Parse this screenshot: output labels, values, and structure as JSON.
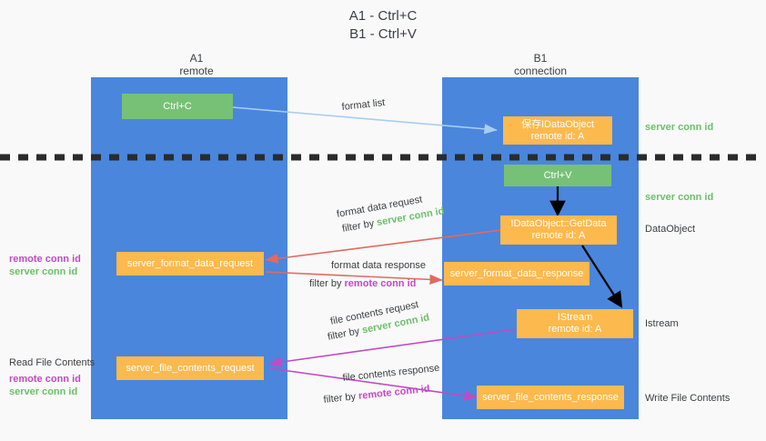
{
  "title": {
    "line1": "A1 - Ctrl+C",
    "line2": "B1 - Ctrl+V"
  },
  "columns": [
    {
      "name": "A1",
      "sub": "remote"
    },
    {
      "name": "B1",
      "sub": "connection"
    }
  ],
  "boxes": {
    "ctrl_c": "Ctrl+C",
    "ctrl_v": "Ctrl+V",
    "save_idataobject": "保存IDataObject\nremote id: A",
    "getdata": "IDataObject::GetData\nremote id: A",
    "istream": "IStream\nremote id: A",
    "server_format_data_request": "server_format_data_request",
    "server_format_data_response": "server_format_data_response",
    "server_file_contents_request": "server_file_contents_request",
    "server_file_contents_response": "server_file_contents_response"
  },
  "edges": {
    "format_list": "format list",
    "format_data_request": "format data request",
    "format_data_request_filter_pre": "filter by ",
    "format_data_request_filter_key": "server conn id",
    "format_data_response": "format data response",
    "format_data_response_filter_pre": "filter by ",
    "format_data_response_filter_key": "remote conn id",
    "file_contents_request": "file contents request",
    "file_contents_request_filter_pre": "filter by ",
    "file_contents_request_filter_key": "server conn id",
    "file_contents_response": "file contents response",
    "file_contents_response_filter_pre": "filter by ",
    "file_contents_response_filter_key": "remote conn id"
  },
  "right_labels": {
    "server_conn_id_top": "server conn id",
    "server_conn_id_mid": "server conn id",
    "dataobject": "DataObject",
    "istream": "Istream",
    "write_file_contents": "Write File Contents"
  },
  "left_labels": {
    "ids_mid_remote": "remote conn id",
    "ids_mid_server": "server conn id",
    "read_file_contents": "Read File Contents",
    "ids_low_remote": "remote conn id",
    "ids_low_server": "server conn id"
  },
  "colors": {
    "background": "#f9f9f9",
    "column_blue": "#4a86dc",
    "box_green": "#77c176",
    "box_orange": "#fcb94d",
    "arrow_light_blue": "#a8cdf0",
    "arrow_red": "#e2695f",
    "arrow_magenta": "#c34ac3",
    "arrow_black": "#000000",
    "text_green": "#6cbf6a",
    "text_magenta": "#c34ac3",
    "text_dark": "#3c4043"
  }
}
